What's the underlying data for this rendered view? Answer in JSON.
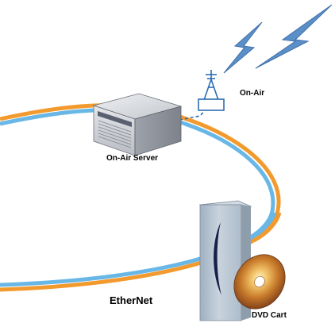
{
  "labels": {
    "on_air": "On-Air",
    "on_air_server": "On-Air Server",
    "ethernet": "EtherNet",
    "dvd_cart": "DVD Cart"
  },
  "colors": {
    "ring_outer": "#f29a2e",
    "ring_inner": "#69b7e6",
    "lightning": "#5b8fc8",
    "antenna": "#2e6db3",
    "server_body": "#d6d8dc"
  },
  "icons": [
    "lightning-icon",
    "antenna-tower-icon",
    "server-icon",
    "dvd-cart-icon",
    "dvd-disc-icon"
  ]
}
